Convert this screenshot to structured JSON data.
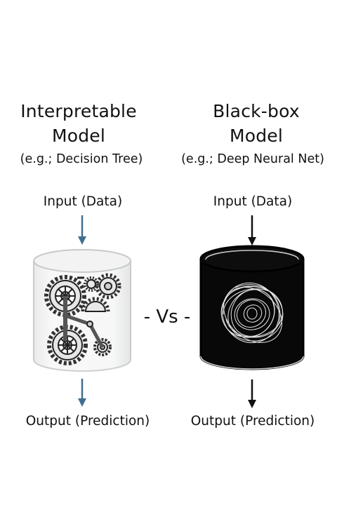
{
  "left": {
    "title_line1": "Interpretable",
    "title_line2": "Model",
    "subtitle": "(e.g.; Decision Tree)",
    "input_label": "Input (Data)",
    "output_label": "Output (Prediction)",
    "arrow_color": "#3f6f8f",
    "container_style": "transparent cylinder with gears"
  },
  "right": {
    "title_line1": "Black-box",
    "title_line2": "Model",
    "subtitle": "(e.g.; Deep Neural Net)",
    "input_label": "Input (Data)",
    "output_label": "Output (Prediction)",
    "arrow_color": "#111111",
    "container_style": "black cylinder with swirling lines"
  },
  "center": {
    "vs_label": "- Vs -"
  }
}
